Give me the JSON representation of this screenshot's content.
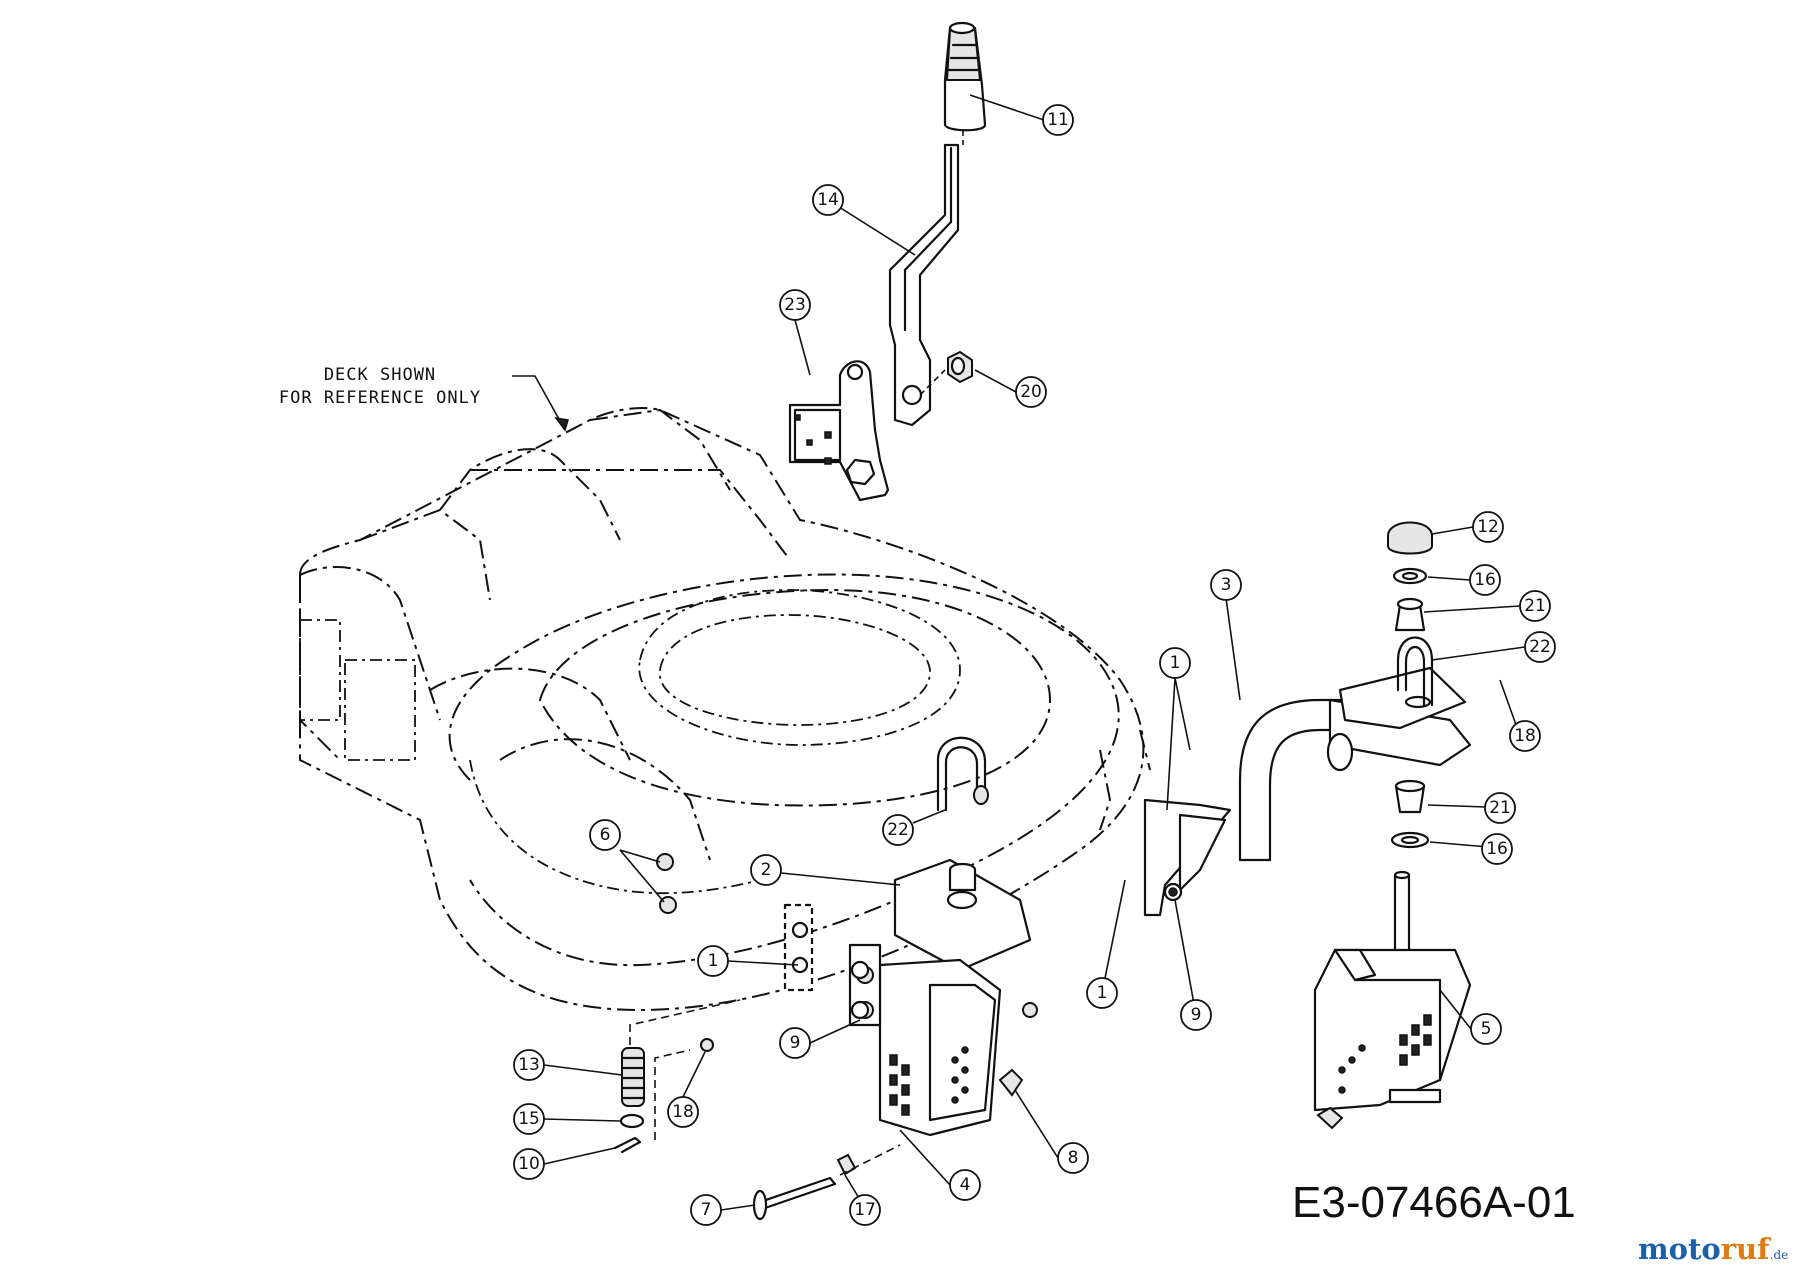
{
  "note": {
    "line1": "DECK SHOWN",
    "line2": "FOR REFERENCE ONLY"
  },
  "drawing_number": "E3-07466A-01",
  "watermark": {
    "part1": "moto",
    "part2": "ruf",
    "suffix": ".de"
  },
  "callouts": [
    {
      "label": "11"
    },
    {
      "label": "14"
    },
    {
      "label": "23"
    },
    {
      "label": "20"
    },
    {
      "label": "12"
    },
    {
      "label": "16"
    },
    {
      "label": "21"
    },
    {
      "label": "3"
    },
    {
      "label": "22"
    },
    {
      "label": "18"
    },
    {
      "label": "1"
    },
    {
      "label": "21"
    },
    {
      "label": "16"
    },
    {
      "label": "22"
    },
    {
      "label": "6"
    },
    {
      "label": "2"
    },
    {
      "label": "9"
    },
    {
      "label": "1"
    },
    {
      "label": "1"
    },
    {
      "label": "9"
    },
    {
      "label": "5"
    },
    {
      "label": "13"
    },
    {
      "label": "18"
    },
    {
      "label": "15"
    },
    {
      "label": "10"
    },
    {
      "label": "8"
    },
    {
      "label": "4"
    },
    {
      "label": "7"
    },
    {
      "label": "17"
    }
  ]
}
